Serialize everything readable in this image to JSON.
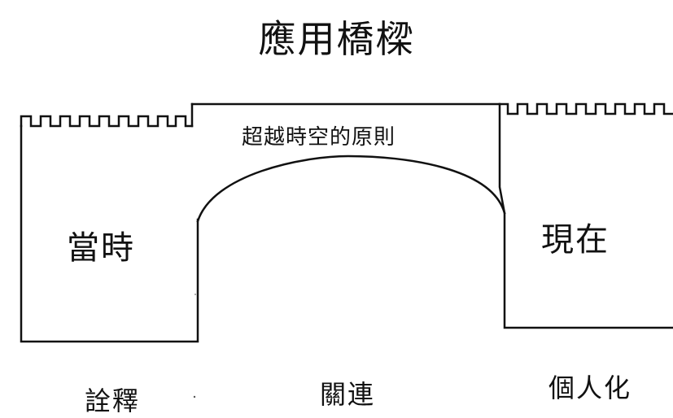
{
  "title": "應用橋樑",
  "bridge": {
    "arch_label": "超越時空的原則"
  },
  "left_pillar": {
    "label": "當時"
  },
  "right_pillar": {
    "label": "現在"
  },
  "bottom_labels": {
    "left": "詮釋",
    "center": "關連",
    "right": "個人化"
  },
  "colors": {
    "ink": "#111111",
    "background": "#ffffff"
  }
}
